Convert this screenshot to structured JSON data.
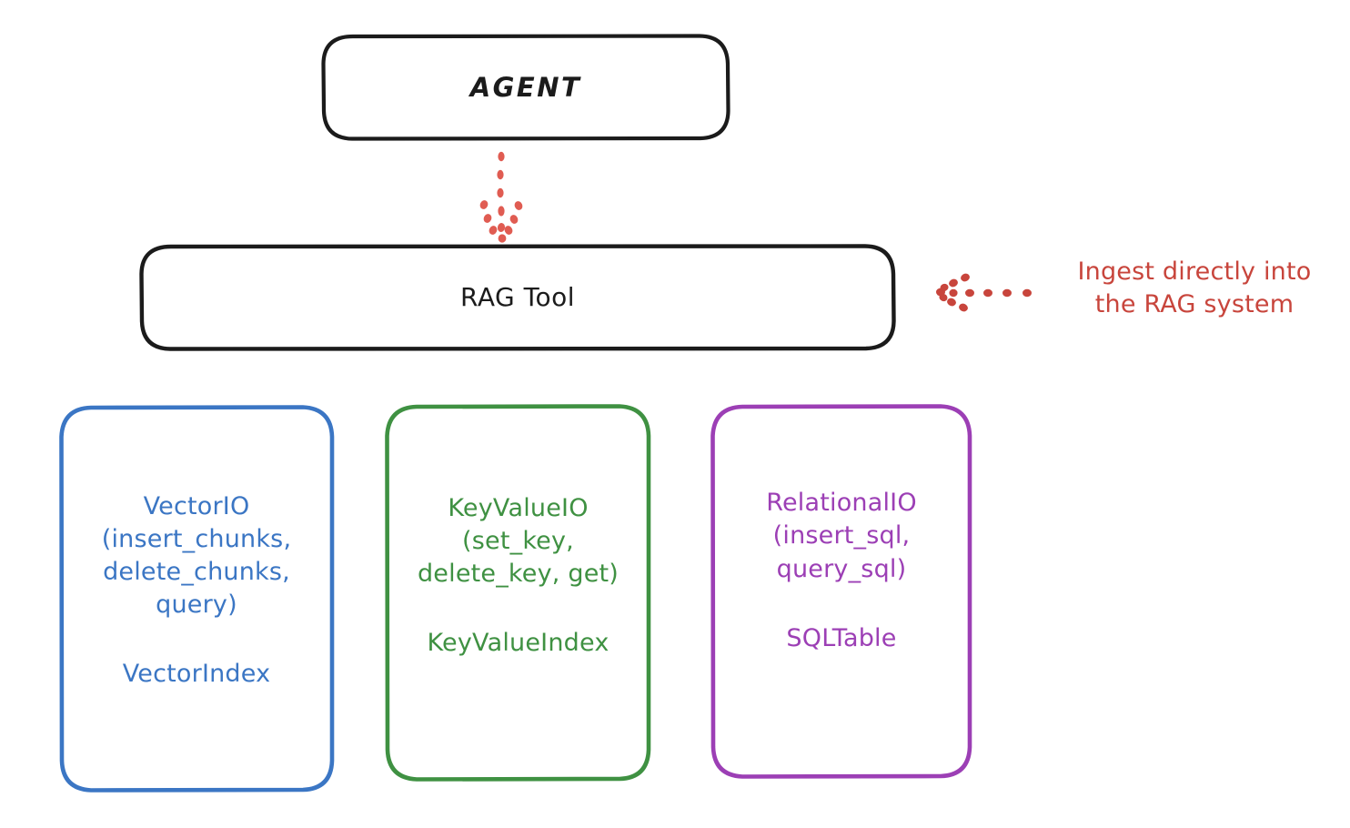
{
  "diagram": {
    "title_node": {
      "label": "AGENT"
    },
    "tool_node": {
      "label": "RAG Tool"
    },
    "leaves": [
      {
        "id": "vectorio",
        "api_label": "VectorIO\n(insert_chunks,\ndelete_chunks,\nquery)",
        "index_label": "VectorIndex",
        "color": "#3b76c4"
      },
      {
        "id": "keyvalueio",
        "api_label": "KeyValueIO\n(set_key,\ndelete_key, get)",
        "index_label": "KeyValueIndex",
        "color": "#3f9142"
      },
      {
        "id": "relationalio",
        "api_label": "RelationalIO\n(insert_sql,\nquery_sql)",
        "index_label": "SQLTable",
        "color": "#9c3fb5"
      }
    ],
    "annotation": {
      "text": "Ingest directly into\nthe RAG system",
      "color": "#c8453c"
    },
    "connectors": [
      {
        "id": "agent-to-ragtool",
        "style": "dotted",
        "direction": "down",
        "color": "#e05c52"
      },
      {
        "id": "annotation-to-ragtool",
        "style": "dotted",
        "direction": "left",
        "color": "#c8453c"
      }
    ],
    "stroke_colors": {
      "dark": "#1b1b1b",
      "blue": "#3b76c4",
      "green": "#3f9142",
      "purple": "#9c3fb5",
      "red": "#c8453c"
    }
  }
}
